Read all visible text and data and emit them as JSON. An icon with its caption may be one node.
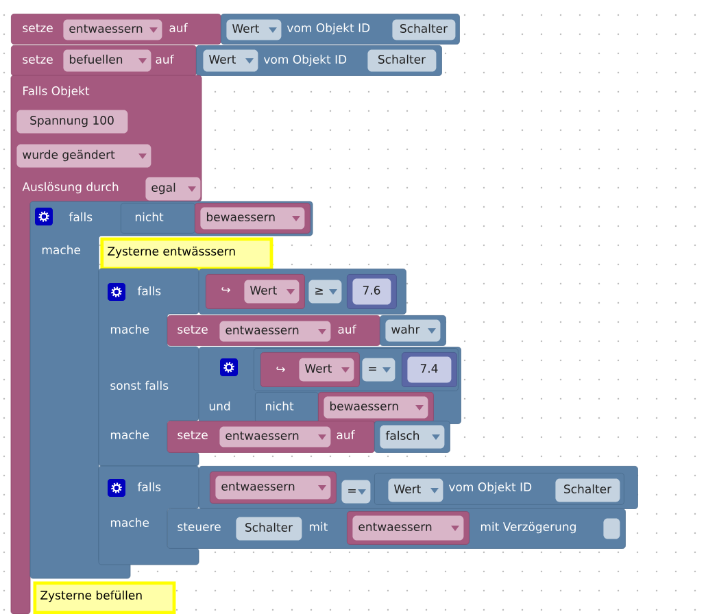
{
  "diagram": {
    "nodes": [
      {
        "text": [
          "setze",
          "auf"
        ]
      },
      {
        "text": [
          "entwaessern"
        ],
        "in": 0
      },
      {
        "text": [
          "vom Objekt ID"
        ]
      },
      {
        "text": [
          "Wert"
        ],
        "in": 2
      },
      {
        "text": [
          "Schalter"
        ],
        "in": 2
      },
      {
        "text": [
          "setze",
          "auf"
        ]
      },
      {
        "text": [
          "befuellen"
        ],
        "in": 5
      },
      {
        "text": [
          "vom Objekt ID"
        ]
      },
      {
        "text": [
          "Wert"
        ],
        "in": 7
      },
      {
        "text": [
          "Schalter"
        ],
        "in": 7
      },
      {
        "text": [
          "Falls Objekt",
          "Auslösung durch"
        ]
      },
      {
        "text": [
          "Spannung 100"
        ],
        "in": 10
      },
      {
        "text": [
          "wurde geändert"
        ],
        "in": 10
      },
      {
        "text": [
          "egal"
        ],
        "in": 10
      },
      {
        "text": [
          "falls",
          "mache"
        ]
      },
      {
        "text": [
          "nicht"
        ],
        "in": 14
      },
      {
        "text": [
          "bewaessern"
        ],
        "in": 14
      },
      {
        "text": [
          "Zysterne entwässsern"
        ],
        "in": 14
      },
      {
        "text": [
          "falls",
          "mache",
          "sonst falls",
          "mache"
        ],
        "in": 14
      },
      {
        "text": [],
        "shape": "box"
      },
      {
        "text": [
          "↪"
        ],
        "in": 19
      },
      {
        "text": [
          "Wert"
        ],
        "in": 20
      },
      {
        "text": [
          "≥"
        ],
        "in": 19
      },
      {
        "text": [
          "7.6"
        ],
        "in": 19
      },
      {
        "text": [
          "setze",
          "auf"
        ]
      },
      {
        "text": [
          "entwaessern"
        ],
        "in": 24
      },
      {
        "text": [
          "wahr"
        ]
      },
      {
        "text": [
          "und"
        ]
      },
      {
        "text": [],
        "shape": "box",
        "in": 27
      },
      {
        "text": [
          "↪"
        ],
        "in": 28
      },
      {
        "text": [
          "Wert"
        ],
        "in": 29
      },
      {
        "text": [
          "="
        ],
        "in": 28
      },
      {
        "text": [
          "7.4"
        ],
        "in": 28
      },
      {
        "text": [
          "nicht"
        ],
        "in": 27
      },
      {
        "text": [
          "bewaessern"
        ],
        "in": 27
      },
      {
        "text": [
          "setze",
          "auf"
        ]
      },
      {
        "text": [
          "entwaessern"
        ],
        "in": 35
      },
      {
        "text": [
          "falsch"
        ]
      },
      {
        "text": [
          "falls",
          "mache"
        ],
        "in": 14
      },
      {
        "text": [],
        "shape": "box"
      },
      {
        "text": [
          "entwaessern"
        ],
        "in": 39
      },
      {
        "text": [
          "="
        ],
        "in": 39
      },
      {
        "text": [
          "vom Objekt ID"
        ],
        "in": 39
      },
      {
        "text": [
          "Wert"
        ],
        "in": 42
      },
      {
        "text": [
          "Schalter"
        ],
        "in": 42
      },
      {
        "text": [
          "steuere",
          "mit",
          "mit Verzögerung"
        ]
      },
      {
        "text": [
          "Schalter"
        ],
        "in": 45
      },
      {
        "text": [
          "entwaessern"
        ],
        "in": 45
      },
      {
        "text": [],
        "shape": "box",
        "in": 45
      },
      {
        "text": [
          "Zysterne befüllen"
        ],
        "in": 10
      }
    ]
  }
}
